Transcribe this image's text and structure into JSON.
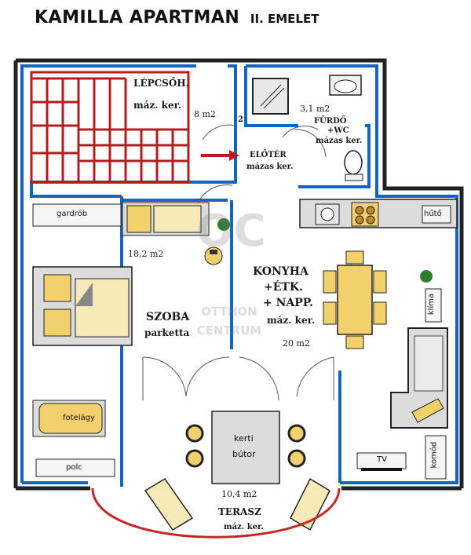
{
  "title": {
    "main": "KAMILLA APARTMAN",
    "floor": "II. EMELET"
  },
  "rooms": {
    "stairs": {
      "name": "LÉPCSŐH.",
      "floor": "máz. ker.",
      "area": "8 m2"
    },
    "bath": {
      "area": "3,1 m2",
      "name": "FÜRDŐ",
      "name2": "+WC",
      "floor": "mázas ker."
    },
    "hall": {
      "name": "ELŐTÉR",
      "floor": "mázas ker."
    },
    "room": {
      "area": "18,2 m2",
      "name": "SZOBA",
      "floor": "parketta"
    },
    "kitchen": {
      "name": "KONYHA",
      "line2": "+ÉTK.",
      "line3": "+ NAPP.",
      "floor": "máz. ker.",
      "area": "20 m2"
    },
    "terrace": {
      "area": "10,4 m2",
      "name": "TERASZ",
      "floor": "máz. ker."
    }
  },
  "furniture": {
    "wardrobe": "gardrób",
    "fridge": "hűtő",
    "ac": "klíma",
    "armchair": "fotelágy",
    "shelf": "polc",
    "tv": "TV",
    "dresser": "komód",
    "garden_line1": "kerti",
    "garden_line2": "bútor",
    "stairs_mark": "2"
  },
  "watermark": {
    "logo": "OC",
    "line1": "OTTHON",
    "line2": "CENTRUM"
  },
  "colors": {
    "wall_blue": "#1565c0",
    "stair_red": "#b71c1c",
    "terrace_red": "#c62828",
    "furniture_yellow": "#f2d06b",
    "kitchen_grey": "#dcdcdc"
  }
}
